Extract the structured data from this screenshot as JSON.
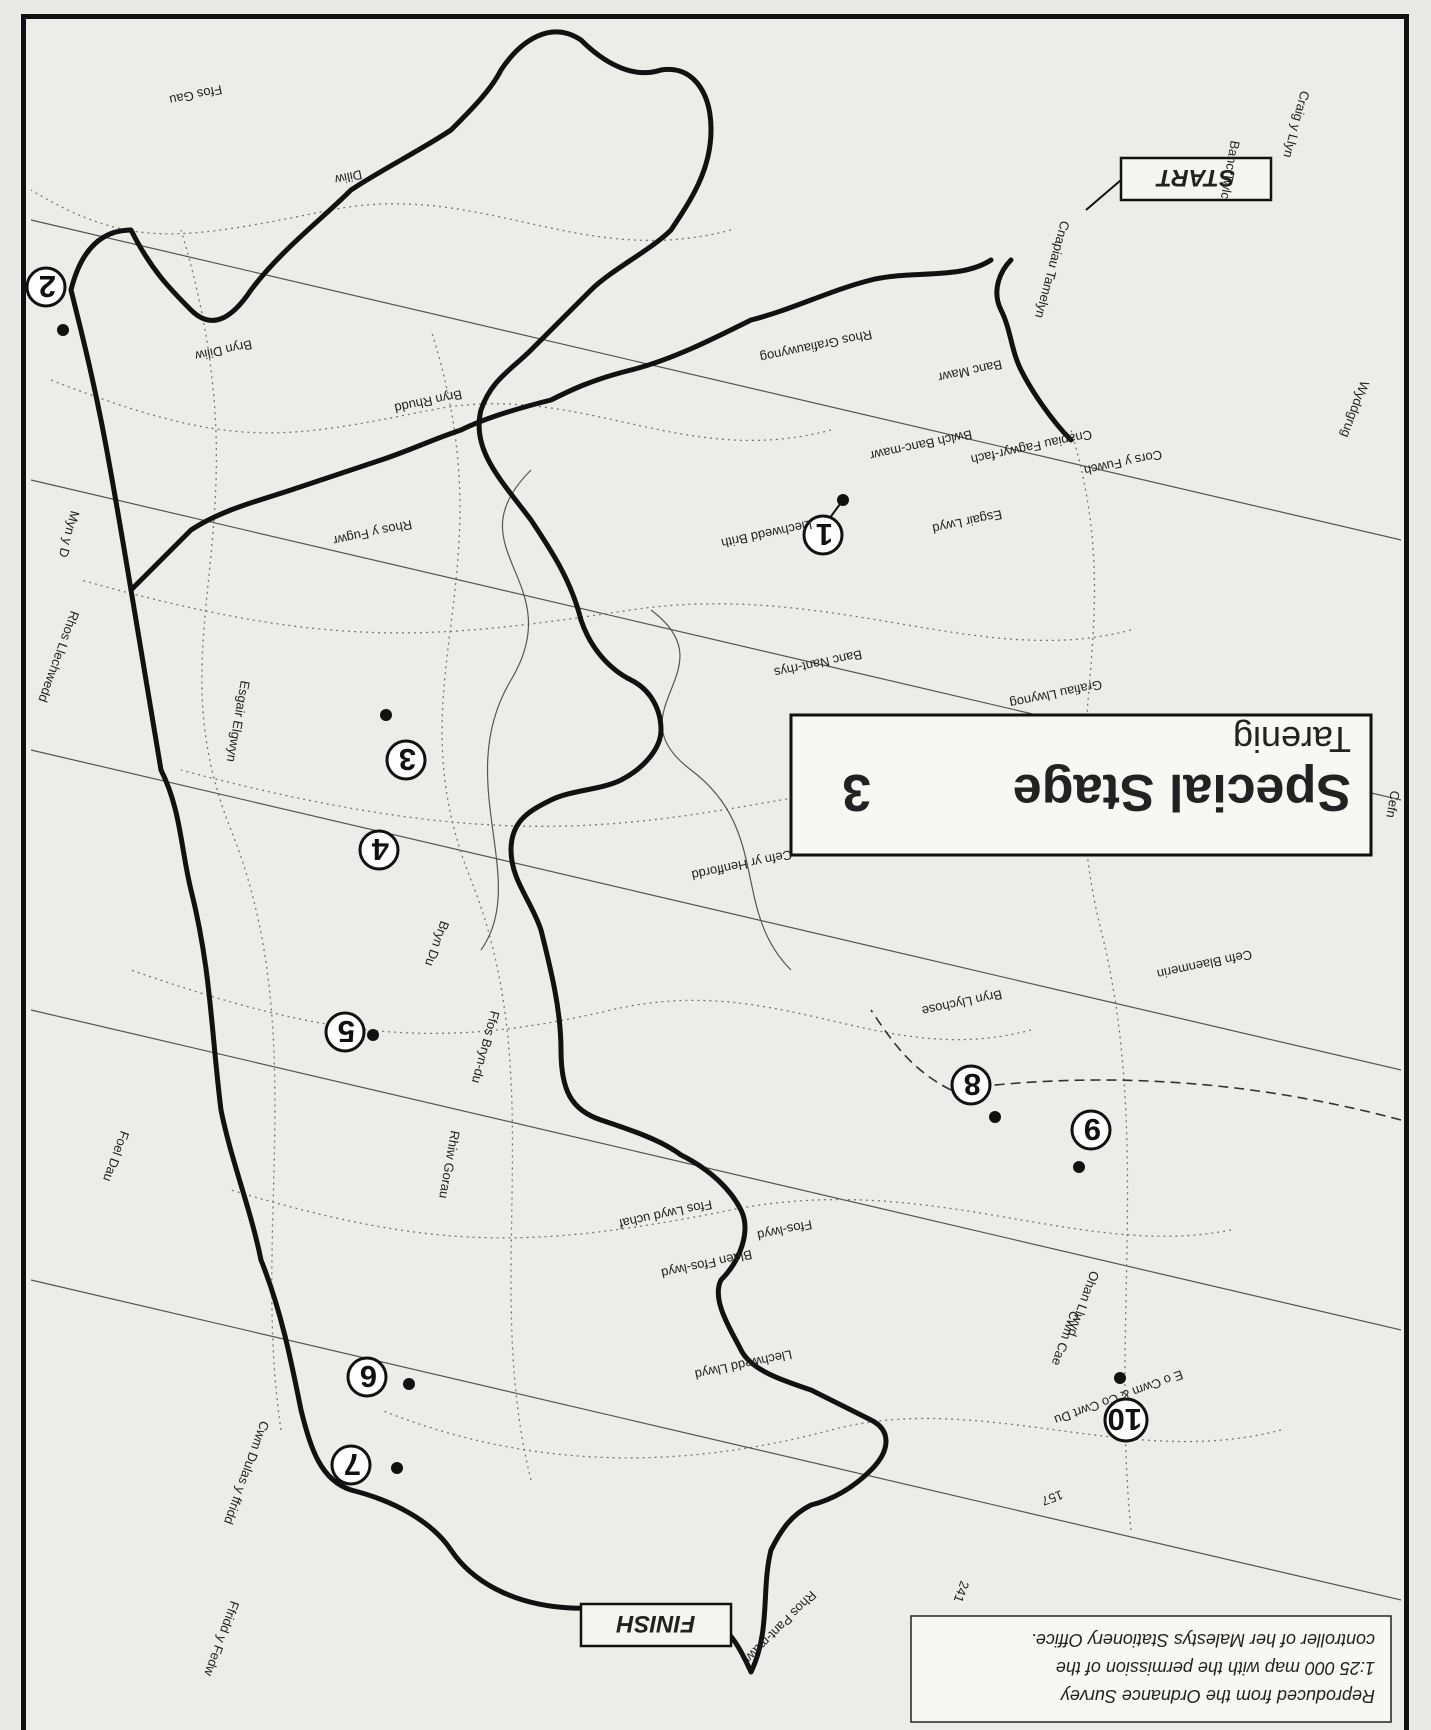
{
  "stage": {
    "title": "Special Stage",
    "number": "3",
    "name": "Tarenig"
  },
  "start_label": "START",
  "finish_label": "FINISH",
  "copyright": {
    "line1": "Reproduced from the Ordnance Survey",
    "line2": "1:25 000 map with the permission of the",
    "line3": "controller of her Malestys Stationery Office."
  },
  "controls": [
    {
      "id": "1",
      "label": "1"
    },
    {
      "id": "2",
      "label": "2"
    },
    {
      "id": "3",
      "label": "3"
    },
    {
      "id": "4",
      "label": "4"
    },
    {
      "id": "5",
      "label": "5"
    },
    {
      "id": "6",
      "label": "6"
    },
    {
      "id": "7",
      "label": "7"
    },
    {
      "id": "8",
      "label": "8"
    },
    {
      "id": "9",
      "label": "9"
    },
    {
      "id": "10",
      "label": "10"
    }
  ],
  "place_names": {
    "fos_gau": "Ffos Gau",
    "diliw": "Diliw",
    "bryn_diliw": "Bryn Diliw",
    "bryn_rhudd": "Bryn Rhudd",
    "rhos_y_fugwr": "Rhos y Fugwr",
    "esgair_elgwyn": "Esgair Elgwyn",
    "rhos_llechwedd": "Rhos Llechwedd",
    "myn_y_d": "Myn y D",
    "bryn_du": "Bryn Du",
    "ffos_bryn_du": "Ffos Bryn-du",
    "rhos_grafiau": "Rhos Grafiauwynog",
    "banc_mawr": "Banc Mawr",
    "bwlch_banc_mawr": "Bwlch Banc-mawr",
    "cnapiau": "Cnapiau Fagwyr-fach",
    "cors_y_fuwch": "Cors y Fuwch",
    "esgair_lwyd": "Esgair Lwyd",
    "llechwedd_brith": "Llechwedd Brith",
    "banc_nant_rhys": "Banc Nant-rhys",
    "grafiau_llwynog": "Grafiau Llwynog",
    "cefn_yr_henffordd": "Cefn yr Henffordd",
    "cefn_blaenmerin": "Cefn Blaenmerin",
    "bryn_llychose": "Bryn Llychose",
    "rhiw_gorau": "Rhiw Gorau",
    "foel_dau": "Foel Dau",
    "ffos_lwyd": "Ffos-lwyd",
    "ffos_lwyd_uchaf": "Ffos Lwyd uchaf",
    "blaen_ffos": "Blaen Ffos-lwyd",
    "llechwedd_llwyd": "Llechwedd Llwyd",
    "cwm_y_ffridd": "Cwm Dulas y ffridd",
    "ffridd": "Ffridd y Fedw",
    "cnapiau_tamelyn": "Cnapiau Tamelyn",
    "craig_y_llyn": "Craig y Llyn",
    "banc_twlc": "Banc Twlc",
    "wyddgrug": "Wyddgrug",
    "rhos_pant_mawr": "Rhos Pant-mawr",
    "cwm_cae": "Cwm Cae",
    "ohan_llwyd": "Ohan Llwyd",
    "grid_157": "157",
    "grid_241": "241",
    "cefn": "Cefn",
    "eisteddfa": "E o Cwm & Co Cwrt Du"
  }
}
